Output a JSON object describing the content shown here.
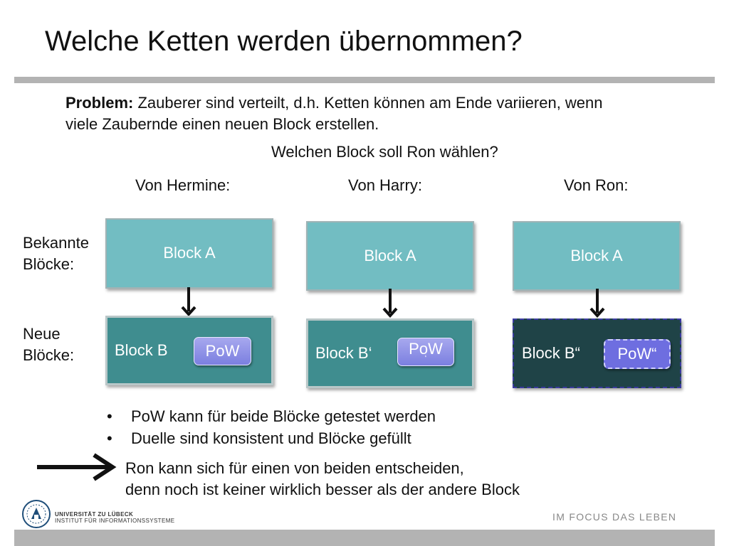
{
  "slide": {
    "title": "Welche Ketten werden übernommen?",
    "problem_label": "Problem:",
    "problem_text": " Zauberer sind verteilt, d.h. Ketten können am Ende variieren, wenn viele Zaubernde einen neuen Block erstellen.",
    "question": "Welchen Block soll Ron wählen?",
    "columns": [
      {
        "heading": "Von Hermine:",
        "block_a": "Block A",
        "block_b": "Block B",
        "pow": "PoW"
      },
      {
        "heading": "Von Harry:",
        "block_a": "Block A",
        "block_b": "Block B‘",
        "pow_line1": "PoW",
        "pow_line2": "‘"
      },
      {
        "heading": "Von Ron:",
        "block_a": "Block A",
        "block_b": "Block B“",
        "pow": "PoW“"
      }
    ],
    "row_labels": {
      "known_line1": "Bekannte",
      "known_line2": "Blöcke:",
      "new_line1": "Neue",
      "new_line2": "Blöcke:"
    },
    "bullets": [
      {
        "marker": "•",
        "text": "PoW kann für beide Blöcke getestet werden"
      },
      {
        "marker": "•",
        "text": "Duelle sind konsistent und Blöcke gefüllt"
      }
    ],
    "conclusion_line1": "Ron kann sich für einen von beiden entscheiden,",
    "conclusion_line2": "denn noch ist keiner wirklich besser als der andere Block"
  },
  "footer": {
    "university": "UNIVERSITÄT ZU LÜBECK",
    "institute": "INSTITUT FÜR INFORMATIONSSYSTEME",
    "tagline": "IM FOCUS DAS LEBEN"
  },
  "colors": {
    "block_a": "#72bdc2",
    "block_b": "#3f8d8f",
    "block_b_dark": "#1f4347",
    "pow": "#7b7fe0",
    "rule": "#b3b3b3"
  },
  "icons": {
    "arrow_down": "arrow-down-icon",
    "arrow_right": "arrow-right-icon",
    "logo": "university-seal-icon"
  }
}
